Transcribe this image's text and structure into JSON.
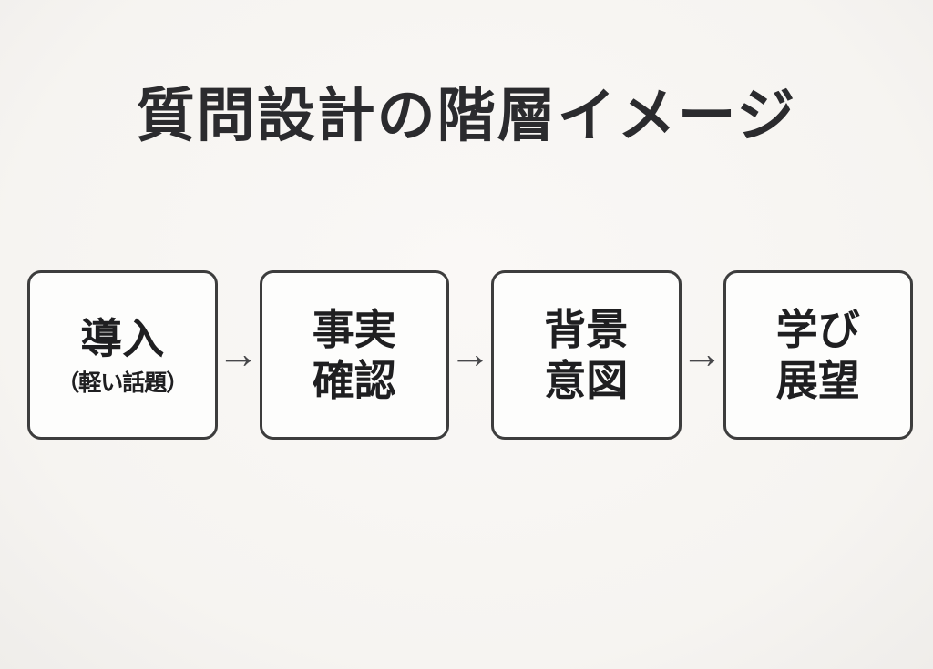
{
  "page": {
    "title": "質問設計の階層イメージ"
  },
  "flow": {
    "arrow_glyph": "→",
    "steps": [
      {
        "name": "intro",
        "line1": "導入",
        "line2": "（軽い話題）"
      },
      {
        "name": "fact-check",
        "line1": "事実",
        "line2": "確認"
      },
      {
        "name": "background-intent",
        "line1": "背景",
        "line2": "意図"
      },
      {
        "name": "learning-outlook",
        "line1": "学び",
        "line2": "展望"
      }
    ]
  },
  "colors": {
    "background": "#f7f5f2",
    "box_fill": "#fdfdfc",
    "box_border": "#3d3d3d",
    "text": "#1f1f21",
    "arrow": "#47474a"
  }
}
